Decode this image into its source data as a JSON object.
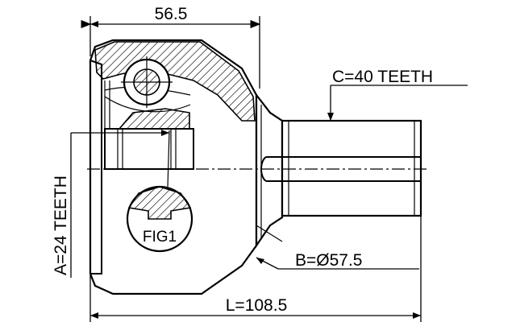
{
  "dimensions": {
    "width_label": "56.5",
    "length_label": "L=108.5",
    "outer_teeth_label": "C=40 TEETH",
    "inner_teeth_label": "A=24 TEETH",
    "diameter_label": "B=Ø57.5"
  },
  "figure": {
    "callout_label": "FIG1"
  }
}
